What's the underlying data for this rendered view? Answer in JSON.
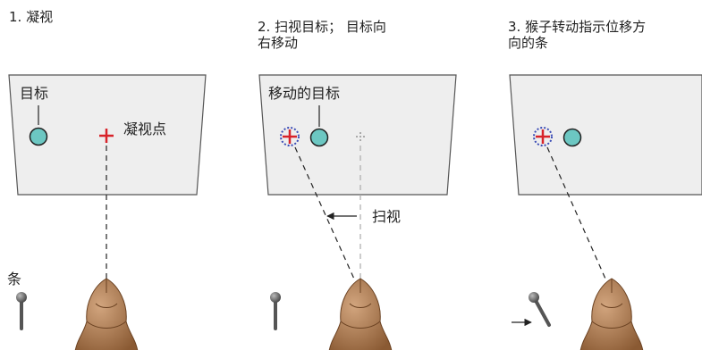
{
  "panels": [
    {
      "caption": [
        "1. 凝视"
      ],
      "target_label": "目标",
      "fixation_label": "凝视点",
      "bar_label": "条"
    },
    {
      "caption": [
        "2. 扫视目标； 目标向",
        "右移动"
      ],
      "target_label": "移动的目标",
      "saccade_label": "扫视"
    },
    {
      "caption": [
        "3. 猴子转动指示位移方",
        "向的条"
      ]
    }
  ],
  "colors": {
    "screen_fill": "#eeeeee",
    "screen_stroke": "#555555",
    "target_fill": "#6cc7c2",
    "fixation_cross": "#d8232a",
    "gaze_line": "#222222",
    "old_gaze_line": "#aaaaaa",
    "monkey": "#a8744a",
    "bar": "#555555"
  }
}
